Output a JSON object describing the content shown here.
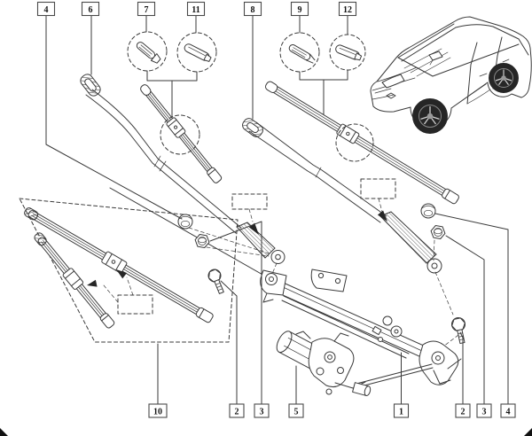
{
  "callouts": {
    "top": [
      {
        "label": "4"
      },
      {
        "label": "6"
      },
      {
        "label": "7"
      },
      {
        "label": "11"
      },
      {
        "label": "8"
      },
      {
        "label": "9"
      },
      {
        "label": "12"
      }
    ],
    "bottom": [
      {
        "label": "10"
      },
      {
        "label": "2"
      },
      {
        "label": "3"
      },
      {
        "label": "5"
      },
      {
        "label": "1",
        "highlighted": true
      },
      {
        "label": "2"
      },
      {
        "label": "3"
      },
      {
        "label": "4"
      }
    ]
  },
  "colors": {
    "line": "#3a3a3a",
    "background": "#ffffff",
    "highlight_fill": "#f3adad",
    "highlight_border": "#bf605e",
    "highlight_text": "#6e1412"
  }
}
